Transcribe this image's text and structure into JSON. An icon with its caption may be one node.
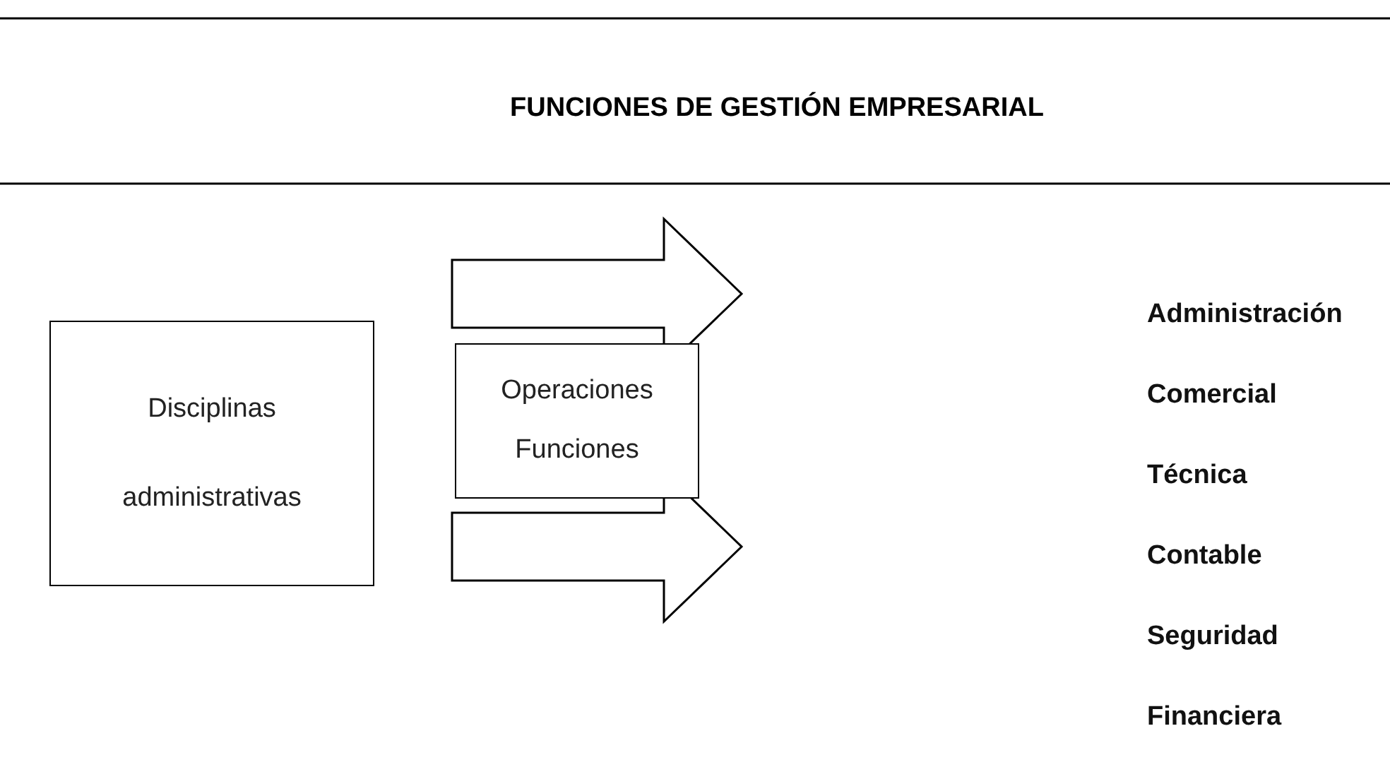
{
  "diagram": {
    "title": "FUNCIONES DE GESTIÓN EMPRESARIAL",
    "nodes": [
      {
        "text": [
          "Disciplinas administrativas"
        ]
      },
      {
        "text": [
          "Operaciones",
          "Funciones"
        ]
      }
    ],
    "labels": [
      "Administración",
      "Comercial",
      "Técnica",
      "Contable",
      "Seguridad",
      "Financiera"
    ]
  }
}
